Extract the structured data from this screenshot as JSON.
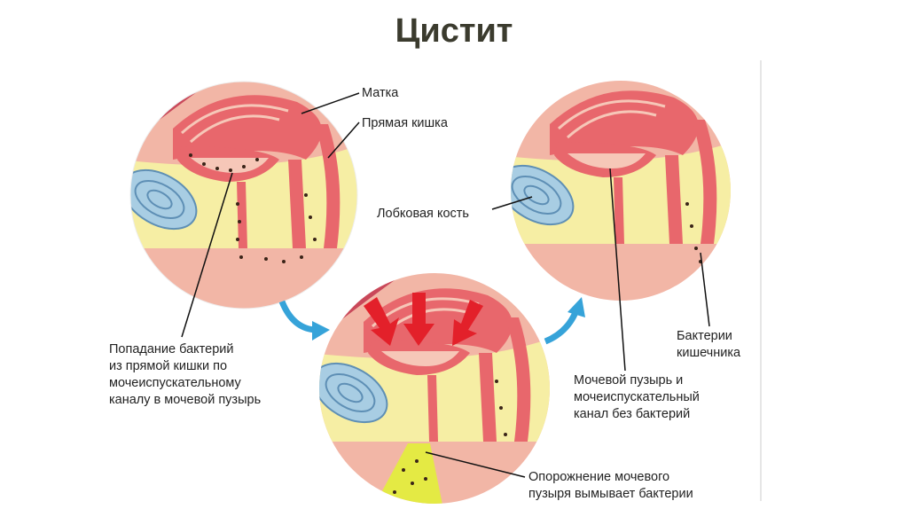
{
  "title": "Цистит",
  "labels": {
    "uterus": "Матка",
    "rectum": "Прямая кишка",
    "pubic_bone": "Лобковая кость",
    "bacteria_entry": [
      "Попадание бактерий",
      "из прямой кишки по",
      "мочеиспускательному",
      "каналу в мочевой пузырь"
    ],
    "gut_bacteria": [
      "Бактерии",
      "кишечника"
    ],
    "clean_bladder": [
      "Мочевой пузырь и",
      "мочеиспускательный",
      "канал без бактерий"
    ],
    "emptying": [
      "Опорожнение мочевого",
      "пузыря вымывает бактерии"
    ]
  },
  "colors": {
    "tissue": "#f2b6a6",
    "fat": "#f6eea4",
    "organ": "#e8676c",
    "bone": "#a8cde3",
    "arrow": "#36a3d9",
    "pressure": "#e3202a"
  }
}
